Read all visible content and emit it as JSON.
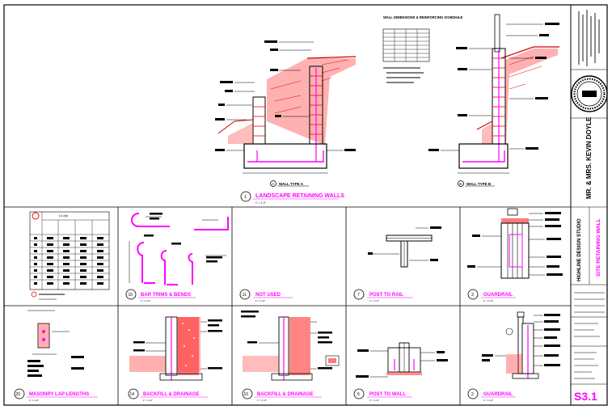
{
  "sheet": {
    "project_title": "MR. & MRS. KEVIN DOYLE",
    "project_sub": "HIGHLINE DESIGN STUDIO",
    "sheet_title": "SITE RETAINING WALL",
    "sheet_number": "S3.1"
  },
  "schedule": {
    "title": "WALL DIMENSIONS & REINFORCING SCHEDULE"
  },
  "sections": {
    "wall_a": "WALL TYPE A",
    "wall_a_tag": "A",
    "wall_b": "WALL TYPE B",
    "wall_b_tag": "B"
  },
  "details": {
    "d1": {
      "num": "1",
      "title": "LANDSCAPE RETAINING WALLS",
      "scale": "1\" = 1'-0\""
    },
    "d15": {
      "num": "15",
      "title": "BAR TRIMS & BENDS",
      "scale": "1\" = 1'-0\""
    },
    "d11": {
      "num": "11",
      "title": "NOT USED",
      "scale": "1\" = 1'-0\""
    },
    "d7": {
      "num": "7",
      "title": "POST TO RAIL",
      "scale": "1\" = 1'-0\""
    },
    "d3": {
      "num": "3",
      "title": "GUARDRAIL",
      "scale": "1\" = 1'-0\""
    },
    "d20": {
      "num": "20",
      "title": "MASONRY LAP LENGTHS",
      "scale": "1\" = 1'-0\""
    },
    "d14": {
      "num": "14",
      "title": "BACKFILL & DRAINAGE",
      "scale": "1\" = 1'-0\""
    },
    "d10": {
      "num": "10",
      "title": "BACKFILL & DRAINAGE",
      "scale": "1\" = 1'-0\""
    },
    "d6": {
      "num": "6",
      "title": "POST TO WALL",
      "scale": "1\" = 1'-0\""
    },
    "d2": {
      "num": "2",
      "title": "GUARDRAIL",
      "scale": "1\" = 1'-0\""
    }
  },
  "lap_table": {
    "header": "Ld (in)"
  }
}
